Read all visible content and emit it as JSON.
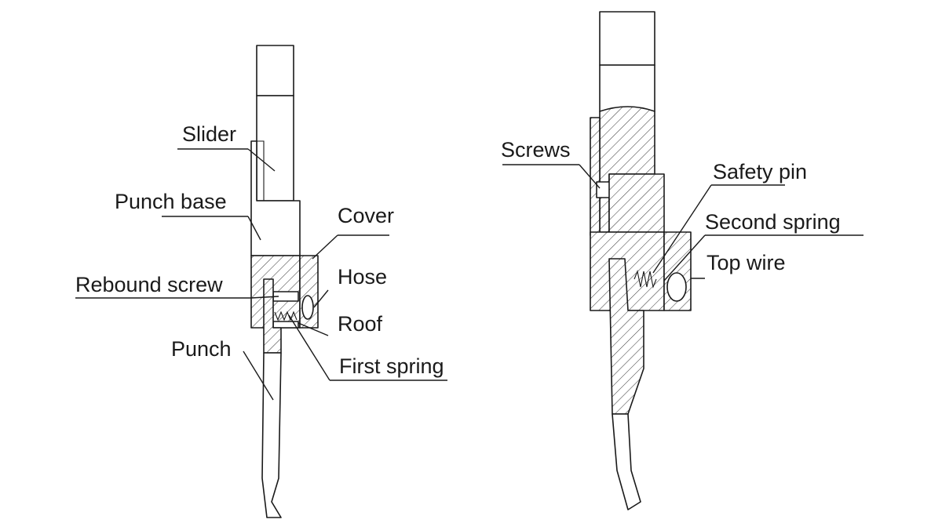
{
  "left_figure": {
    "labels": {
      "slider": "Slider",
      "punch_base": "Punch base",
      "cover": "Cover",
      "rebound_screw": "Rebound screw",
      "hose": "Hose",
      "roof": "Roof",
      "punch": "Punch",
      "first_spring": "First spring"
    }
  },
  "right_figure": {
    "labels": {
      "screws": "Screws",
      "safety_pin": "Safety pin",
      "second_spring": "Second spring",
      "top_wire": "Top wire"
    }
  }
}
